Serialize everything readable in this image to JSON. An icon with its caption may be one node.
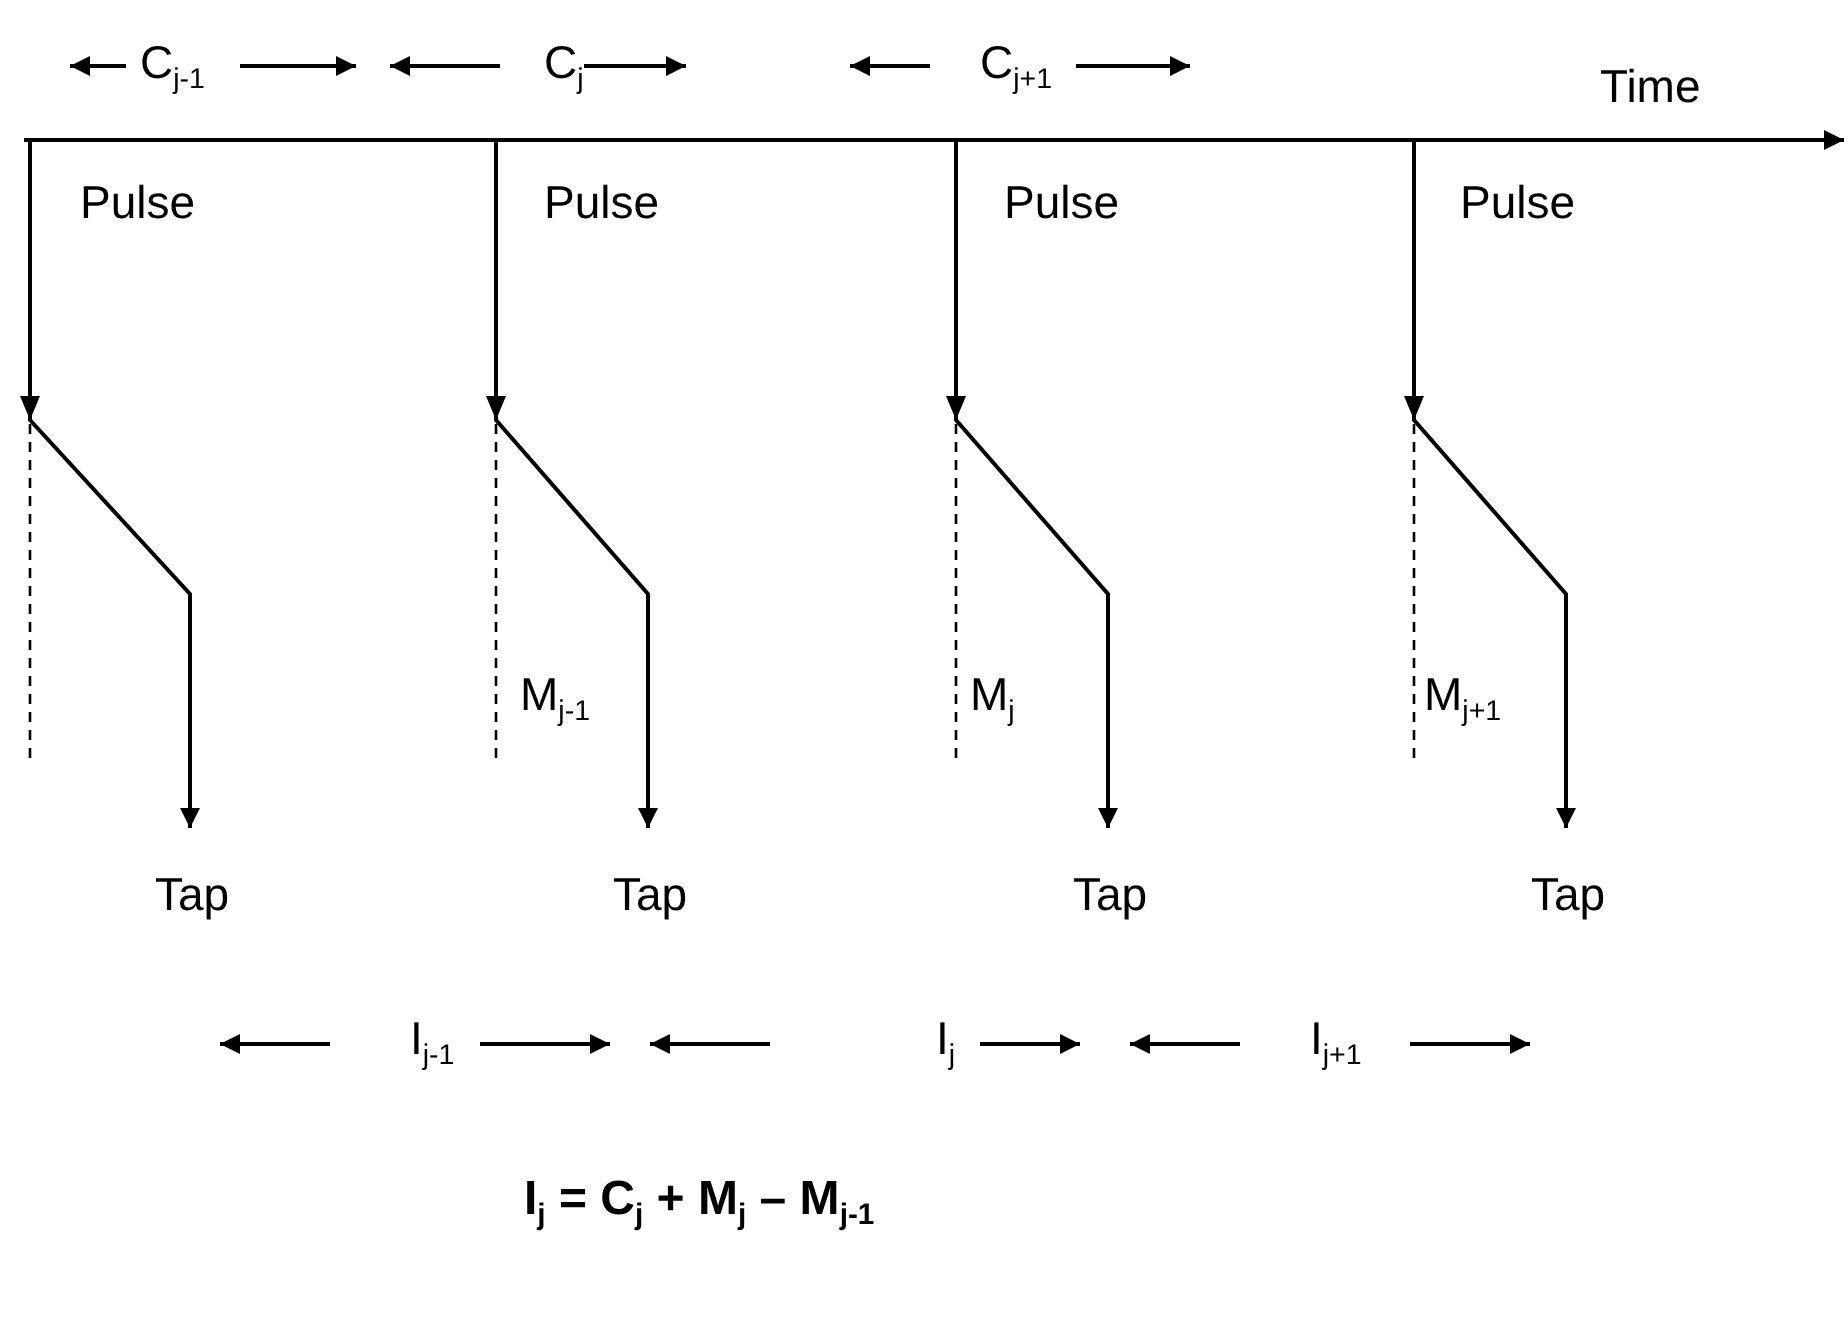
{
  "diagram": {
    "nodes": [
      {
        "text": [
          "Tap"
        ]
      },
      {
        "text": [
          "Tap"
        ]
      },
      {
        "text": [
          "Tap"
        ]
      },
      {
        "text": [
          "Tap"
        ]
      }
    ],
    "edges": [
      {
        "from": null,
        "to": 0,
        "arrow": "to"
      },
      {
        "from": null,
        "to": 1,
        "arrow": "to",
        "label": "M$_{j-1}$"
      },
      {
        "from": null,
        "to": 2,
        "arrow": "to",
        "label": "M$_{j}$"
      },
      {
        "from": null,
        "to": 3,
        "arrow": "to",
        "label": "M$_{j+1}$"
      }
    ],
    "labels": [
      "C$_{j-1}$",
      "C$_{j}$",
      "C$_{j+1}$",
      "Time",
      "Pulse",
      "Pulse",
      "Pulse",
      "Pulse",
      "I$_{j-1}$",
      "I$_{j}$",
      "I$_{j+1}$",
      "I$_{j}$  =  C$_{j}$ + M$_{j}$ – M$_{j-1}$"
    ]
  }
}
